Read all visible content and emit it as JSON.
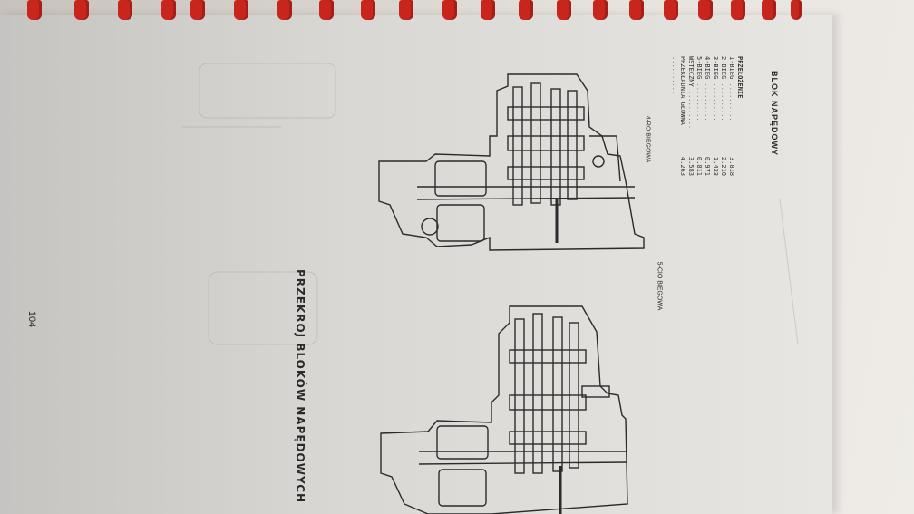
{
  "page": {
    "title": "PRZEKROJ BLOKÓW NAPĘDOWYCH",
    "page_number": "104"
  },
  "drive_block": {
    "heading": "BLOK NAPĘDOWY",
    "table_header": "PRZEŁOŻENIE",
    "ratios": [
      {
        "gear": "1-BIEG",
        "value": "3.818"
      },
      {
        "gear": "2-BIEG",
        "value": "2.210"
      },
      {
        "gear": "3-BIEG",
        "value": "1.423"
      },
      {
        "gear": "4-BIEG",
        "value": "0.971"
      },
      {
        "gear": "5-BIEG",
        "value": "0.811"
      },
      {
        "gear": "WSTECZNY",
        "value": "3.583"
      },
      {
        "gear": "PRZEKŁADNIA GŁÓWNA",
        "value": "4.263"
      }
    ]
  },
  "captions": {
    "four_speed": "4-RO BIEGOWA",
    "five_speed": "5-CIO BIEGOWA"
  },
  "colors": {
    "binding_ring": "#c8261d",
    "ink": "#2a2a2a"
  }
}
